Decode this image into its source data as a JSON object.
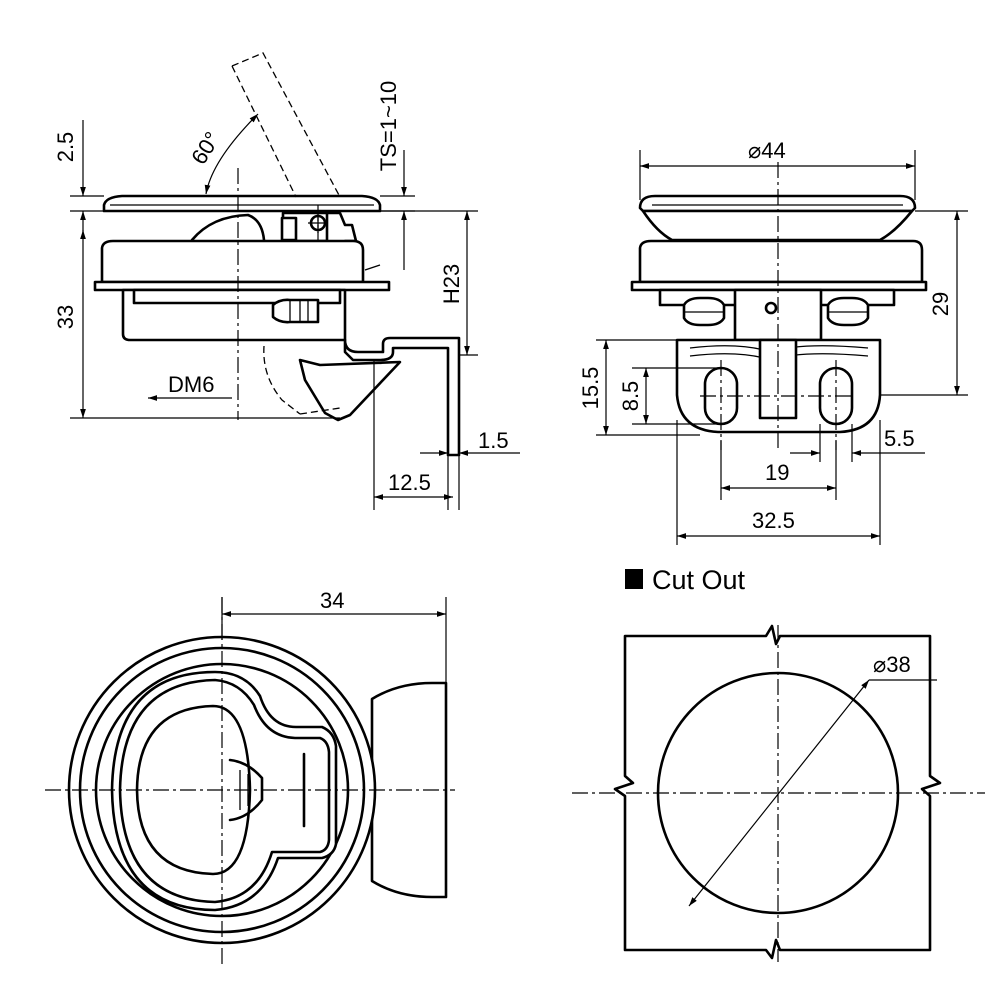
{
  "labels": {
    "dim_2_5": "2.5",
    "angle": "60°",
    "ts": "TS=1~10",
    "dim_33": "33",
    "dim_h23": "H23",
    "dm6": "DM6",
    "dim_1_5": "1.5",
    "dim_12_5": "12.5",
    "dia_44": "⌀44",
    "dim_29": "29",
    "dim_15_5": "15.5",
    "dim_8_5": "8.5",
    "dim_5_5": "5.5",
    "dim_19": "19",
    "dim_32_5": "32.5",
    "dim_34": "34",
    "cutout_title": "Cut Out",
    "dia_38": "⌀38"
  }
}
